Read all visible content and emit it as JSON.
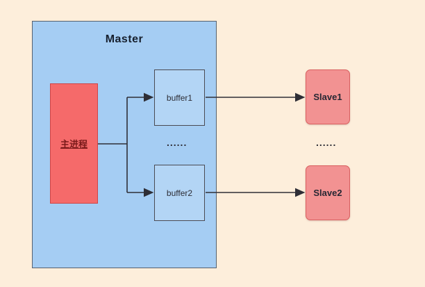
{
  "diagram": {
    "title": "Master",
    "main_process": {
      "label": "主进程"
    },
    "buffers": {
      "buffer1_label": "buffer1",
      "buffer2_label": "buffer2",
      "ellipsis": "......"
    },
    "slaves": {
      "slave1_label": "Slave1",
      "slave2_label": "Slave2",
      "ellipsis": "......"
    },
    "colors": {
      "background": "#fdeedb",
      "master_fill": "#a5cdf3",
      "main_process_fill": "#f56a6a",
      "buffer_fill": "#b3d5f5",
      "slave_fill": "#f29292",
      "arrow": "#2e2e36"
    }
  }
}
